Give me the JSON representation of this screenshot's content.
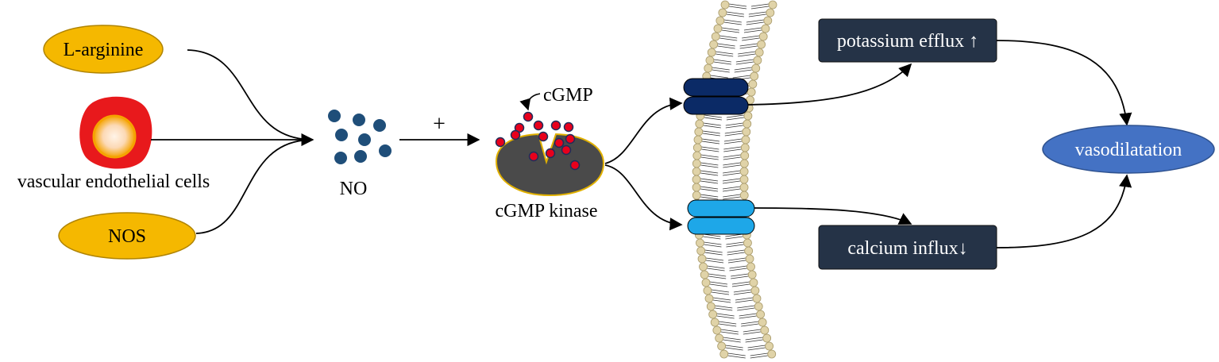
{
  "nodes": {
    "l_arginine": "L-arginine",
    "endothelial_cells": "vascular endothelial cells",
    "nos": "NOS",
    "no": "NO",
    "plus": "+",
    "cgmp": "cGMP",
    "cgmp_kinase": "cGMP kinase",
    "potassium_efflux": "potassium efflux ↑",
    "calcium_influx": "calcium influx↓",
    "vasodilatation": "vasodilatation"
  },
  "colors": {
    "ellipse_fill": "#f5b800",
    "ellipse_stroke": "#b08400",
    "cell_outer": "#e8191c",
    "cell_inner": "#fbb040",
    "no_dot": "#1f4e79",
    "cgmp_dot": "#e8001c",
    "kinase_fill": "#4a4a4a",
    "kinase_stroke": "#e0b000",
    "dark_box": "#253347",
    "k_channel": "#0b2a66",
    "ca_channel": "#1ea7e8",
    "vaso_fill": "#4472c4",
    "lipid_head": "#e0d3a8"
  }
}
